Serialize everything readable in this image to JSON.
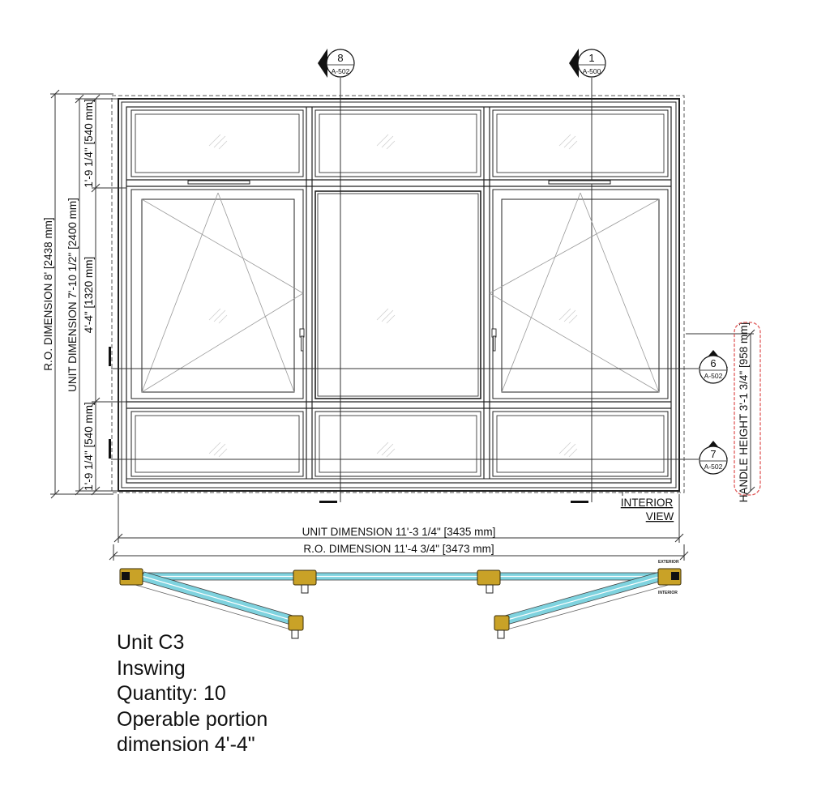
{
  "section_tags": [
    {
      "num": "8",
      "sheet": "A-502"
    },
    {
      "num": "1",
      "sheet": "A-500"
    },
    {
      "num": "6",
      "sheet": "A-502"
    },
    {
      "num": "7",
      "sheet": "A-502"
    }
  ],
  "dimensions": {
    "ro_height": "R.O. DIMENSION 8' [2438 mm]",
    "unit_height": "UNIT DIMENSION 7'-10 1/2\" [2400 mm]",
    "top_transom": "1'-9 1/4\" [540 mm]",
    "operable": "4'-4\" [1320 mm]",
    "bottom_transom": "1'-9 1/4\" [540 mm]",
    "handle_height": "HANDLE HEIGHT 3'-1 3/4\" [958 mm]",
    "unit_width": "UNIT DIMENSION 11'-3 1/4\" [3435 mm]",
    "ro_width": "R.O. DIMENSION 11'-4 3/4\" [3473 mm]"
  },
  "view_label": {
    "line1": "INTERIOR",
    "line2": "VIEW"
  },
  "plan_labels": {
    "exterior": "EXTERIOR",
    "interior": "INTERIOR"
  },
  "notes": {
    "unit": "Unit C3",
    "swing": "Inswing",
    "quantity": "Quantity: 10",
    "operable_line1": "Operable portion",
    "operable_line2": "dimension 4'-4\""
  },
  "colors": {
    "line": "#222222",
    "glass": "#7fd3df",
    "hardware": "#c9a227",
    "markup": "#e05a5a"
  }
}
